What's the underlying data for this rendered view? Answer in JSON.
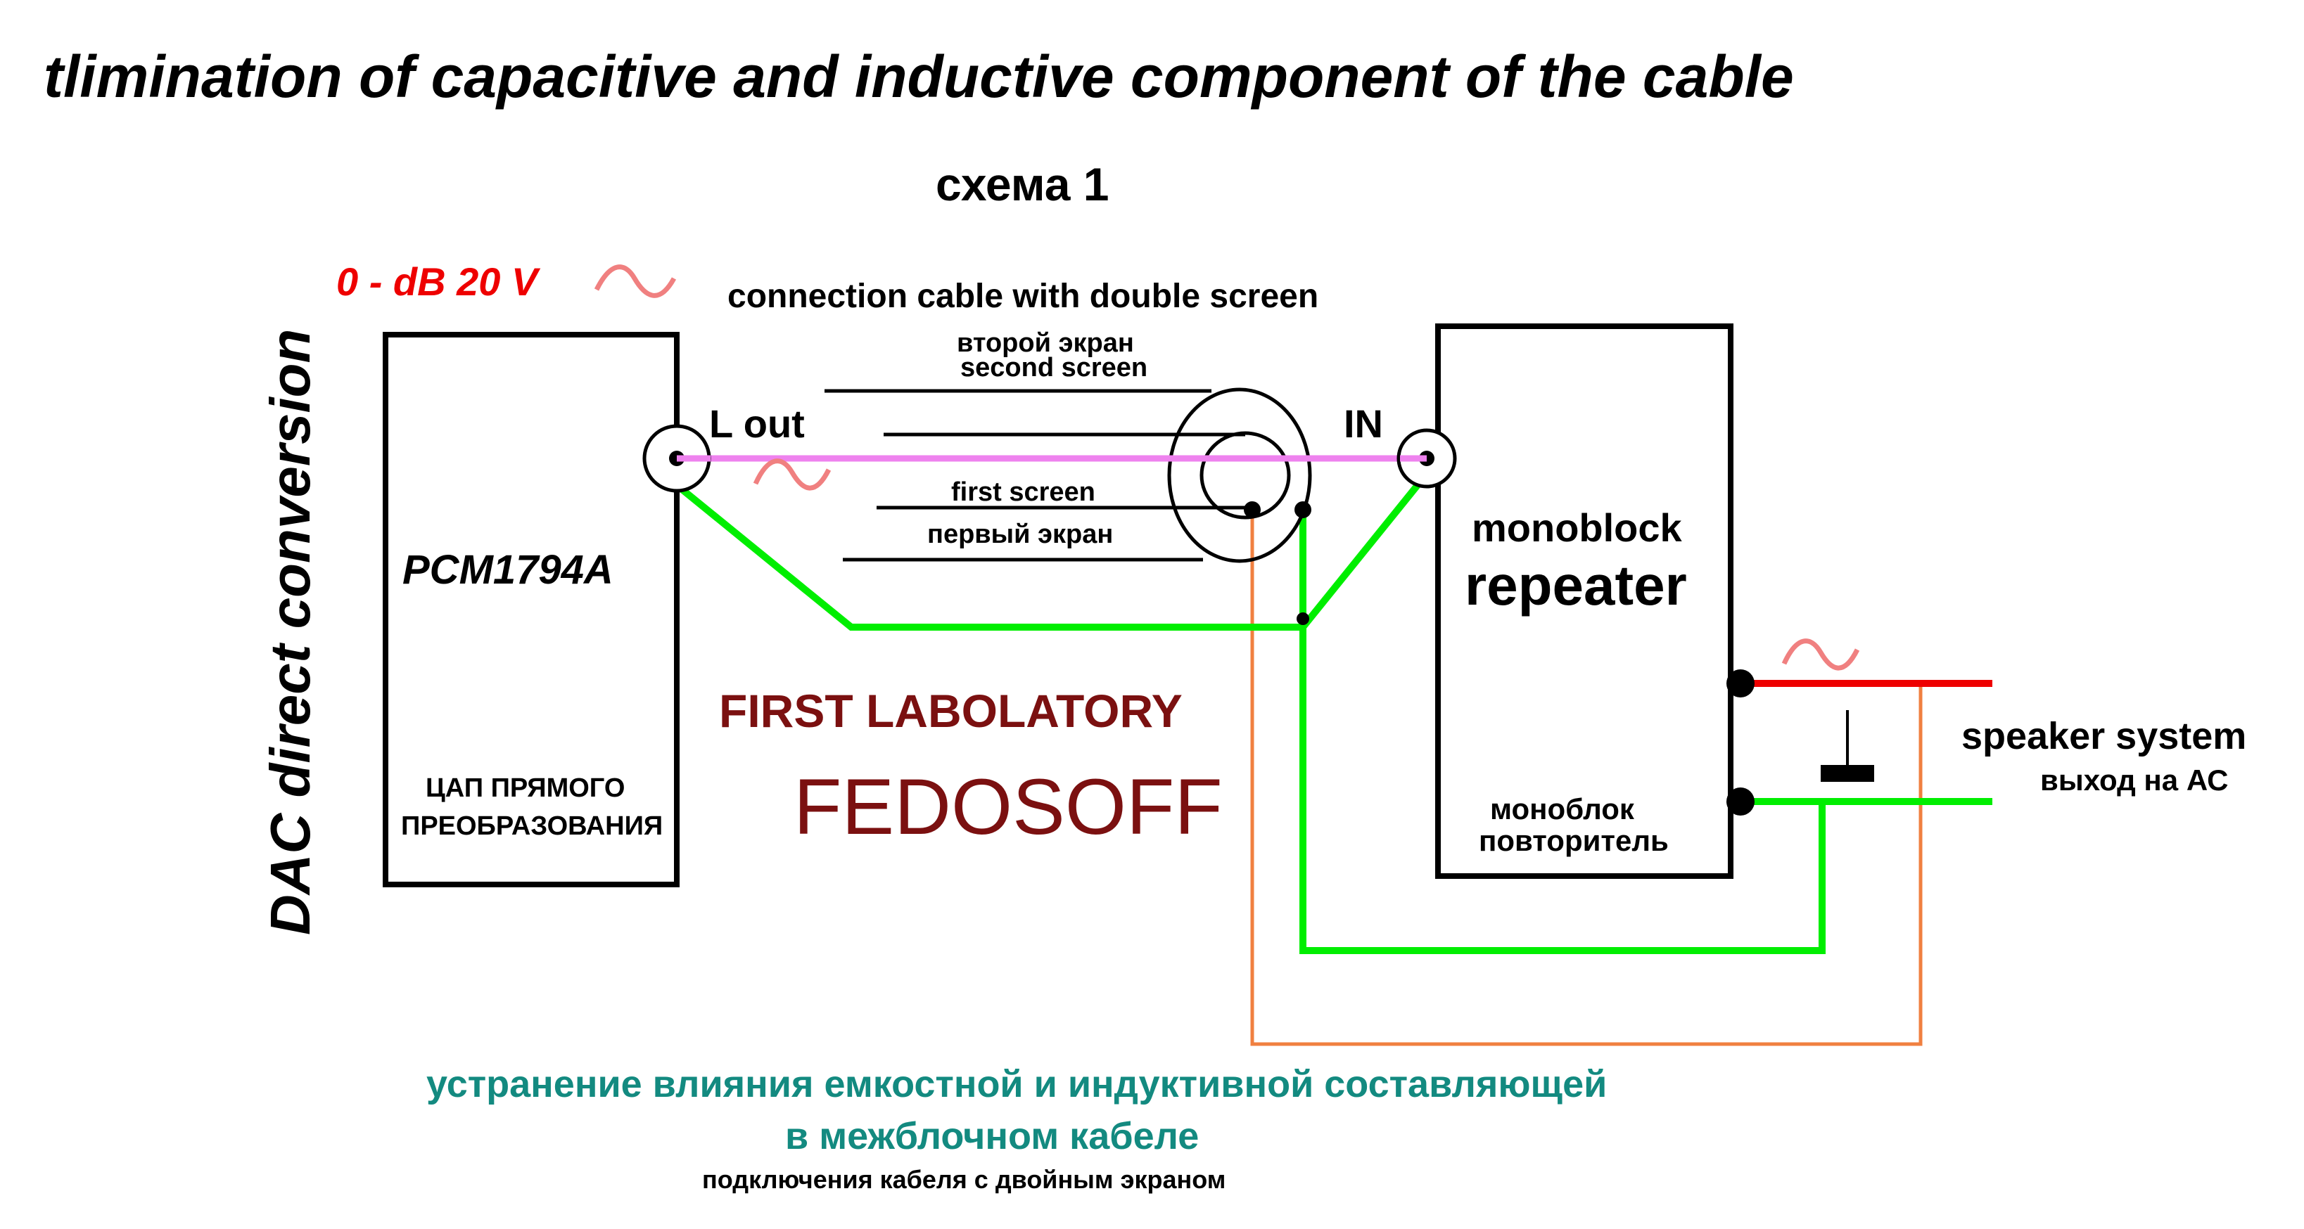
{
  "title": "tlimination of capacitive and inductive component of the cable",
  "subtitle": "схема 1",
  "side_label": "DAC direct conversion",
  "signal_level": "0 -  dB 20 V",
  "tilde": "~",
  "cable_label": "connection cable with double screen",
  "second_screen_ru": "второй  экран",
  "second_screen_en": "second screen",
  "first_screen_en": "first screen",
  "first_screen_ru": "первый экран",
  "out_label": "L  out",
  "in_label": "IN",
  "dac": {
    "chip": "PCM1794A",
    "ru_line1": "ЦАП ПРЯМОГО",
    "ru_line2": "ПРЕОБРАЗОВАНИЯ"
  },
  "repeater": {
    "line1": "monoblock",
    "line2": "repeater",
    "ru_line1": "моноблок",
    "ru_line2": "повторитель"
  },
  "lab": {
    "line1": "FIRST LABOLATORY",
    "line2": "FEDOSOFF"
  },
  "speaker": {
    "en": "speaker system",
    "ru": "выход на АС"
  },
  "footer": {
    "line1": "устранение влияния емкостной и индуктивной составляющей",
    "line2": "в межблочном кабеле",
    "line3": "подключения кабеля с двойным экраном"
  },
  "colors": {
    "signal": "#ee82ee",
    "ground": "#00ee00",
    "screen_wire": "#f08040",
    "speaker_plus": "#ee0000",
    "level_text": "#ee0000",
    "lab_text": "#7b1010",
    "footer_text": "#138a80",
    "wave": "#f08080"
  }
}
